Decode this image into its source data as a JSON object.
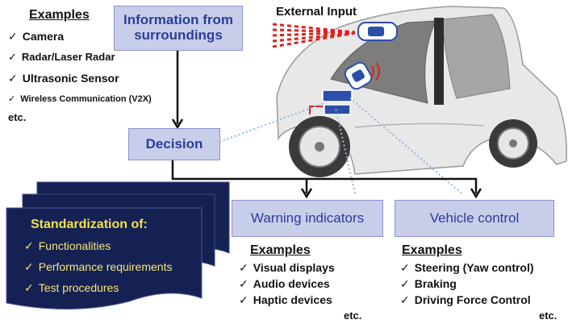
{
  "colors": {
    "box_fill": "#c8cdea",
    "box_text": "#2a3e9a",
    "card_fill": "#142152",
    "card_title": "#f4e04d",
    "card_items": "#f7e67a",
    "dotted_line": "#8fb7e8",
    "input_rays": "#e02020"
  },
  "left_examples": {
    "heading": "Examples",
    "items": [
      "Camera",
      "Radar/Laser Radar",
      "Ultrasonic Sensor",
      "Wireless Communication (V2X)"
    ],
    "etc": "etc."
  },
  "boxes": {
    "info": "Information from surroundings",
    "decision": "Decision",
    "warning": "Warning indicators",
    "vehicle": "Vehicle control"
  },
  "external_input": "External Input",
  "standardization": {
    "title": "Standardization of:",
    "items": [
      "Functionalities",
      "Performance requirements",
      "Test procedures"
    ]
  },
  "warning_examples": {
    "heading": "Examples",
    "items": [
      "Visual displays",
      "Audio devices",
      "Haptic devices"
    ],
    "etc": "etc."
  },
  "vehicle_examples": {
    "heading": "Examples",
    "items": [
      "Steering (Yaw control)",
      "Braking",
      "Driving Force Control"
    ],
    "etc": "etc."
  }
}
